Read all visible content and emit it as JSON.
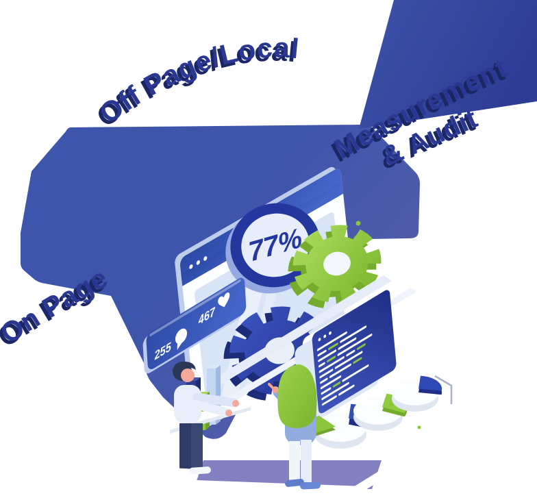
{
  "stages": {
    "on_page": "On Page",
    "off_page_local": "Off Page/Local",
    "measurement_audit_line1": "Measurement",
    "measurement_audit_line2": "& Audit"
  },
  "gauge": {
    "value": "77%"
  },
  "social_banner": {
    "comments": "255",
    "likes": "467"
  },
  "icons": {
    "browser_window_controls": "window-dots",
    "code_panel_controls": "window-dots",
    "comments": "chat-bubble-icon",
    "likes": "heart-icon",
    "gears": "gear-icon",
    "speech_gauge": "speech-bubble-gauge-icon"
  },
  "colors": {
    "navy_text": "#2B3893",
    "blob_blue": "#3E55AC",
    "corner_band_blue": "#2E3C95",
    "accent_green": "#8CC63E",
    "deep_blue": "#24379E",
    "panel_light_blue": "#D9E4F6",
    "shadow_purple": "#8280C1",
    "white": "#FFFFFF"
  },
  "decorative_charts": {
    "bar_chart_bar_colors": [
      "#2C3C90",
      "#8CC63E",
      "#C3D6F2"
    ],
    "pie_charts": [
      {
        "slices": [
          "blue",
          "green",
          "white"
        ]
      },
      {
        "slices": [
          "green",
          "white"
        ]
      },
      {
        "slices": [
          "blue",
          "white"
        ]
      }
    ]
  }
}
